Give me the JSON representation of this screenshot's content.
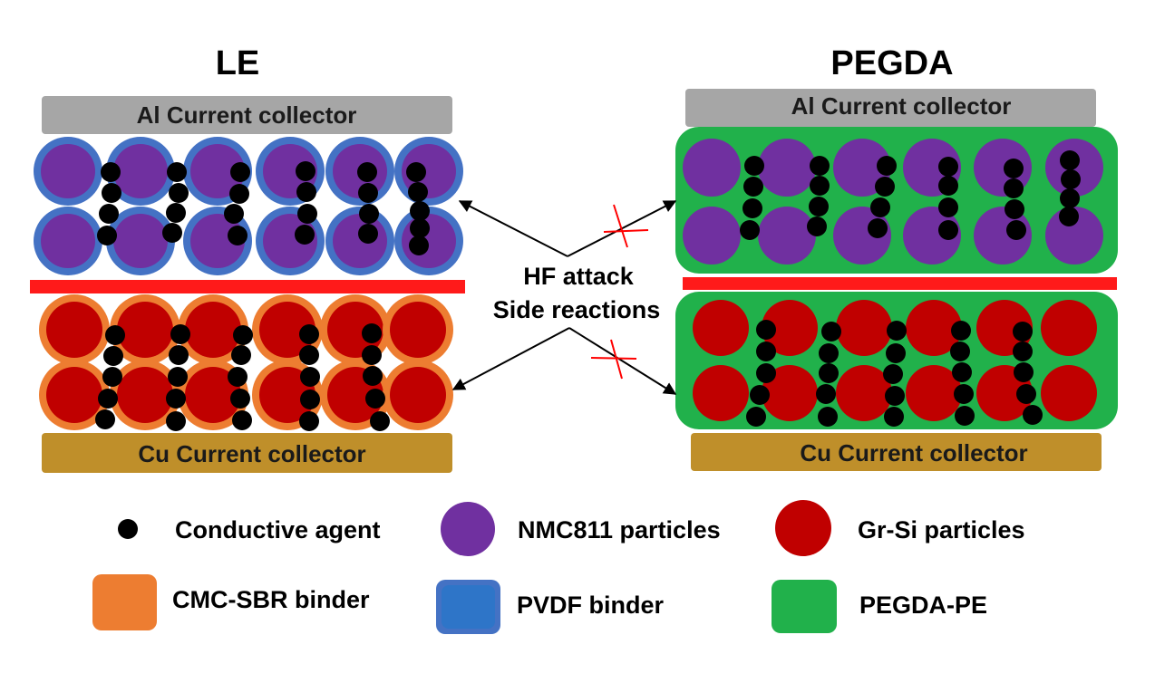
{
  "colors": {
    "al_collector": "#a6a6a6",
    "cu_collector": "#bf8f2a",
    "nmc_particle": "#7030a0",
    "grsi_particle": "#c00000",
    "pvdf_binder": "#4472c4",
    "cmc_sbr_binder": "#ed7d31",
    "pegda_pe": "#21b14b",
    "conductive_agent": "#000000",
    "separator": "#ff1a1a",
    "arrow": "#000000",
    "cross": "#ff0000"
  },
  "left_panel": {
    "title": "LE",
    "top_collector": "Al Current collector",
    "bottom_collector": "Cu Current collector",
    "cathode": {
      "particle": "NMC811 particles",
      "binder": "PVDF binder"
    },
    "anode": {
      "particle": "Gr-Si particles",
      "binder": "CMC-SBR binder"
    }
  },
  "right_panel": {
    "title": "PEGDA",
    "top_collector": "Al Current collector",
    "bottom_collector": "Cu Current collector",
    "cathode": {
      "particle": "NMC811 particles",
      "binder": "PEGDA-PE"
    },
    "anode": {
      "particle": "Gr-Si particles",
      "binder": "PEGDA-PE"
    }
  },
  "center": {
    "line1": "HF attack",
    "line2": "Side reactions",
    "blocked_targets": [
      "right-cathode",
      "right-anode"
    ],
    "reached_targets": [
      "left-cathode",
      "left-anode"
    ]
  },
  "legend": [
    {
      "key": "conductive",
      "label": "Conductive agent",
      "color": "#000000",
      "icon": "small-dot"
    },
    {
      "key": "nmc",
      "label": "NMC811 particles",
      "color": "#7030a0",
      "icon": "circle"
    },
    {
      "key": "grsi",
      "label": "Gr-Si particles",
      "color": "#c00000",
      "icon": "circle"
    },
    {
      "key": "cmc",
      "label": "CMC-SBR binder",
      "color": "#ed7d31",
      "icon": "rounded-square"
    },
    {
      "key": "pvdf",
      "label": "PVDF binder",
      "color": "#4472c4",
      "icon": "rounded-square"
    },
    {
      "key": "pegda",
      "label": "PEGDA-PE",
      "color": "#21b14b",
      "icon": "rounded-square"
    }
  ]
}
